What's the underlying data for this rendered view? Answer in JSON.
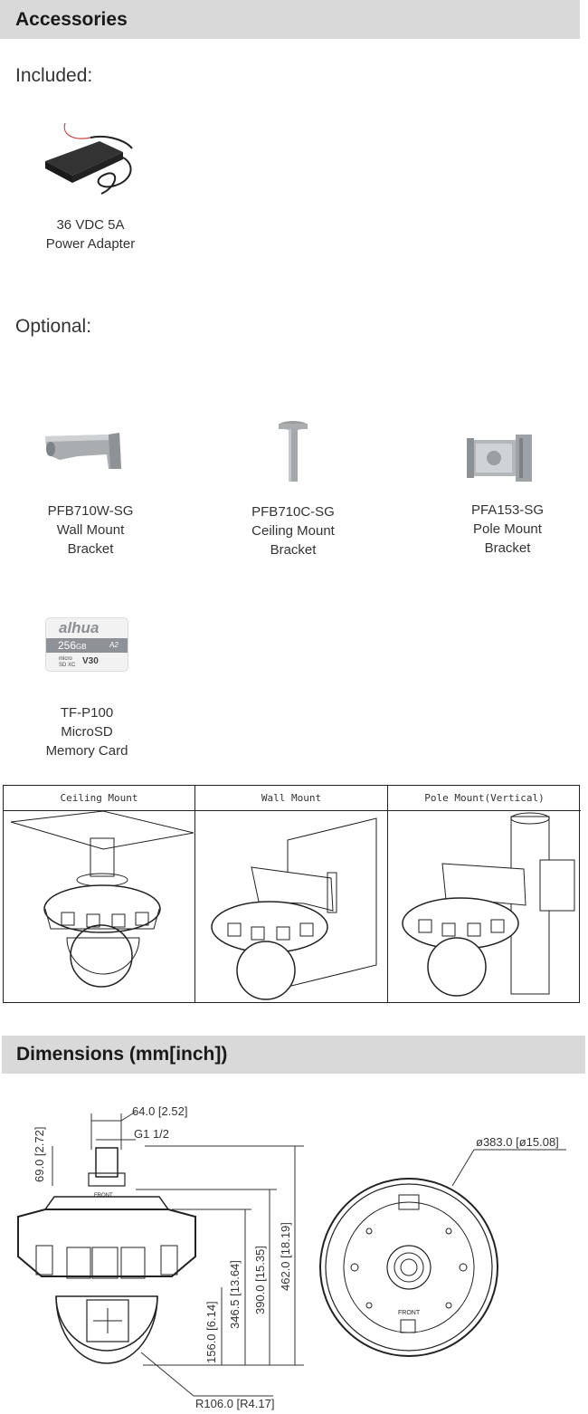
{
  "accessories": {
    "header": "Accessories",
    "included_label": "Included:",
    "optional_label": "Optional:",
    "included": [
      {
        "line1": "36 VDC 5A",
        "line2": "Power Adapter"
      }
    ],
    "optional": [
      {
        "line1": "PFB710W-SG",
        "line2": "Wall Mount",
        "line3": "Bracket"
      },
      {
        "line1": "PFB710C-SG",
        "line2": "Ceiling Mount",
        "line3": "Bracket"
      },
      {
        "line1": "PFA153-SG",
        "line2": "Pole  Mount",
        "line3": "Bracket"
      },
      {
        "line1": "TF-P100",
        "line2": "MicroSD",
        "line3": "Memory Card"
      }
    ],
    "sd_card": {
      "brand": "alhua",
      "capacity": "256",
      "unit": "GB",
      "speed": "V30",
      "class": "A2",
      "type": "micro SD XC"
    }
  },
  "mounting": {
    "columns": [
      "Ceiling Mount",
      "Wall Mount",
      "Pole Mount(Vertical)"
    ]
  },
  "dimensions": {
    "header": "Dimensions (mm[inch])",
    "labels": {
      "top_width": "64.0 [2.52]",
      "thread": "G1 1/2",
      "top_height": "69.0 [2.72]",
      "h_346": "346.5 [13.64]",
      "h_390": "390.0 [15.35]",
      "h_462": "462.0 [18.19]",
      "h_156": "156.0 [6.14]",
      "radius": "R106.0 [R4.17]",
      "diameter": "ø383.0 [ø15.08]",
      "front1": "FRONT",
      "front2": "FRONT"
    }
  }
}
